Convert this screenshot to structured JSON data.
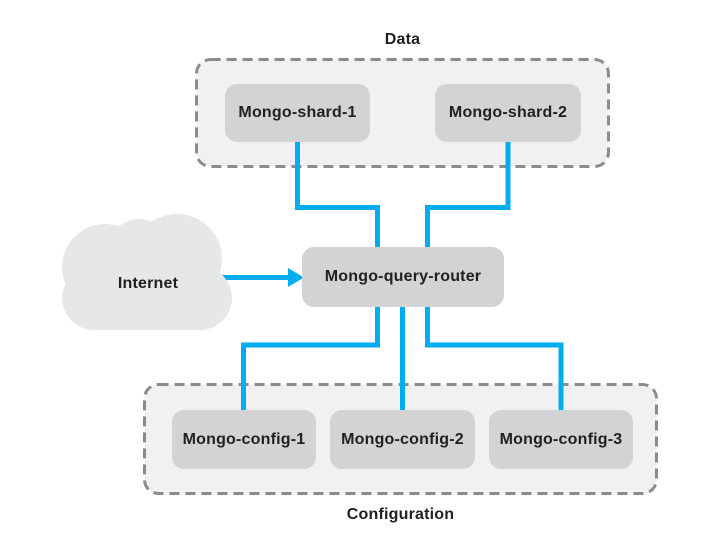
{
  "diagram": {
    "colors": {
      "connector": "#00AEEF",
      "node_fill": "#D1D3D4",
      "group_fill": "#F1F1F2",
      "group_border": "#8A8C8F",
      "cloud_fill": "#E6E7E8",
      "text": "#231F20",
      "background": "#FFFFFF"
    },
    "internet": {
      "label": "Internet",
      "icon": "cloud-icon"
    },
    "router": {
      "label": "Mongo-query-router"
    },
    "groups": [
      {
        "label": "Data",
        "nodes": [
          {
            "label": "Mongo-shard-1"
          },
          {
            "label": "Mongo-shard-2"
          }
        ]
      },
      {
        "label": "Configuration",
        "nodes": [
          {
            "label": "Mongo-config-1"
          },
          {
            "label": "Mongo-config-2"
          },
          {
            "label": "Mongo-config-3"
          }
        ]
      }
    ],
    "connections": [
      {
        "from": "Mongo-shard-1",
        "to": "Mongo-query-router",
        "type": "line"
      },
      {
        "from": "Mongo-shard-2",
        "to": "Mongo-query-router",
        "type": "line"
      },
      {
        "from": "Internet",
        "to": "Mongo-query-router",
        "type": "arrow"
      },
      {
        "from": "Mongo-query-router",
        "to": "Mongo-config-1",
        "type": "line"
      },
      {
        "from": "Mongo-query-router",
        "to": "Mongo-config-2",
        "type": "line"
      },
      {
        "from": "Mongo-query-router",
        "to": "Mongo-config-3",
        "type": "line"
      }
    ]
  }
}
